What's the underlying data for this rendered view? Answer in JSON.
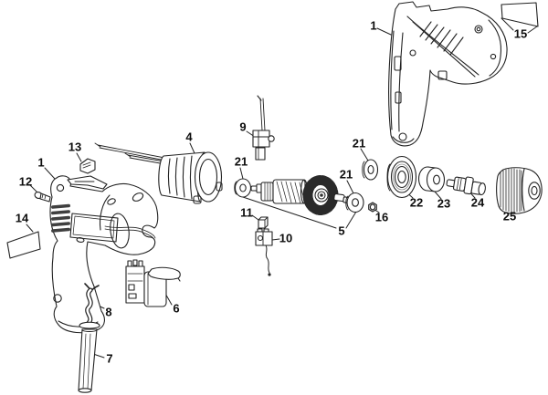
{
  "canvas": {
    "background": "#ffffff",
    "line_color": "#222222",
    "text_color": "#0d0d0d",
    "figure_type": "exploded-parts-diagram"
  },
  "callouts": [
    {
      "text": "1",
      "target": "front-housing"
    },
    {
      "text": "12",
      "target": "screw"
    },
    {
      "text": "13",
      "target": "button"
    },
    {
      "text": "14",
      "target": "side-label"
    },
    {
      "text": "4",
      "target": "field-stator"
    },
    {
      "text": "9",
      "target": "brush-assembly-upper"
    },
    {
      "text": "21",
      "target": "bearing-front"
    },
    {
      "text": "21",
      "target": "bearing-rear"
    },
    {
      "text": "21",
      "target": "bearing-upper"
    },
    {
      "text": "5",
      "target": "armature"
    },
    {
      "text": "11",
      "target": "brush"
    },
    {
      "text": "10",
      "target": "brush-assembly-lower"
    },
    {
      "text": "16",
      "target": "nut"
    },
    {
      "text": "6",
      "target": "switch"
    },
    {
      "text": "8",
      "target": "cord"
    },
    {
      "text": "7",
      "target": "cord-protector"
    },
    {
      "text": "1",
      "target": "rear-housing"
    },
    {
      "text": "15",
      "target": "nameplate-label"
    },
    {
      "text": "22",
      "target": "ball-bearing"
    },
    {
      "text": "23",
      "target": "washer"
    },
    {
      "text": "24",
      "target": "spindle"
    },
    {
      "text": "25",
      "target": "chuck"
    }
  ]
}
